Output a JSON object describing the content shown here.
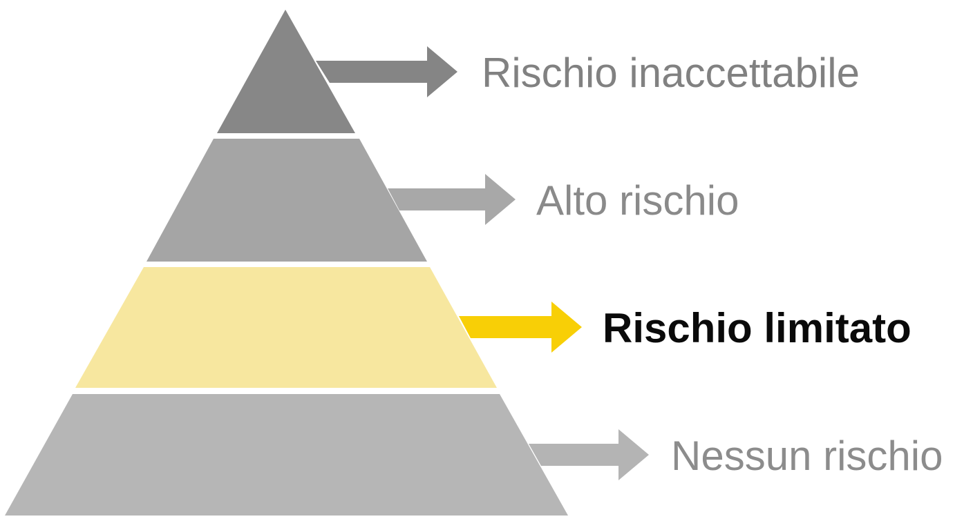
{
  "pyramid": {
    "levels": [
      {
        "label": "Rischio inaccettabile",
        "fill": "#878787",
        "arrow": "#858585",
        "text_color": "#818181",
        "highlighted": false
      },
      {
        "label": "Alto rischio",
        "fill": "#a5a5a5",
        "arrow": "#a8a8a8",
        "text_color": "#8a8a8a",
        "highlighted": false
      },
      {
        "label": "Rischio limitato",
        "fill": "#f7e79f",
        "arrow": "#f8cf06",
        "text_color": "#0a0a0a",
        "highlighted": true
      },
      {
        "label": "Nessun rischio",
        "fill": "#b6b6b6",
        "arrow": "#b4b4b4",
        "text_color": "#8c8c8c",
        "highlighted": false
      }
    ]
  }
}
